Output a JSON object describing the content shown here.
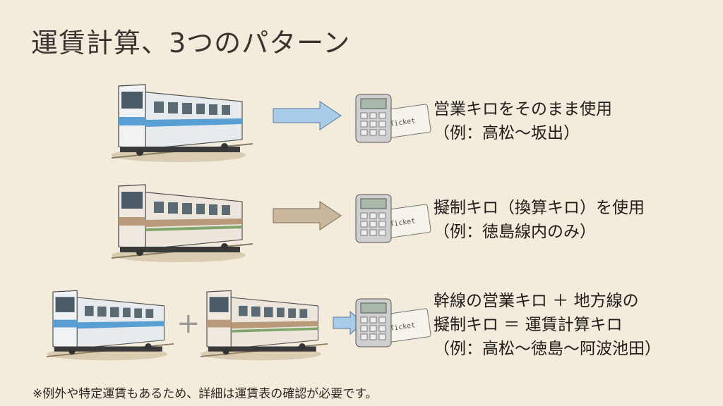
{
  "title": "運賃計算、3つのパターン",
  "patterns": [
    {
      "lines": [
        "営業キロをそのまま使用",
        "（例：高松〜坂出）"
      ],
      "train_colors": [
        "#5a9fd4"
      ],
      "arrow_color": "#a8cbe8"
    },
    {
      "lines": [
        "擬制キロ（換算キロ）を使用",
        "（例：徳島線内のみ）"
      ],
      "train_colors": [
        "#b89a7a"
      ],
      "arrow_color": "#cbb79e"
    },
    {
      "lines": [
        "幹線の営業キロ ＋ 地方線の",
        "擬制キロ ＝ 運賃計算キロ",
        "（例：高松〜徳島〜阿波池田）"
      ],
      "train_colors": [
        "#5a9fd4",
        "#b89a7a"
      ],
      "operator": "+",
      "arrow_color": "#a8cbe8"
    }
  ],
  "ticket_text": "Ticket",
  "footnote": "※例外や特定運賃もあるため、詳細は運賃表の確認が必要です。"
}
